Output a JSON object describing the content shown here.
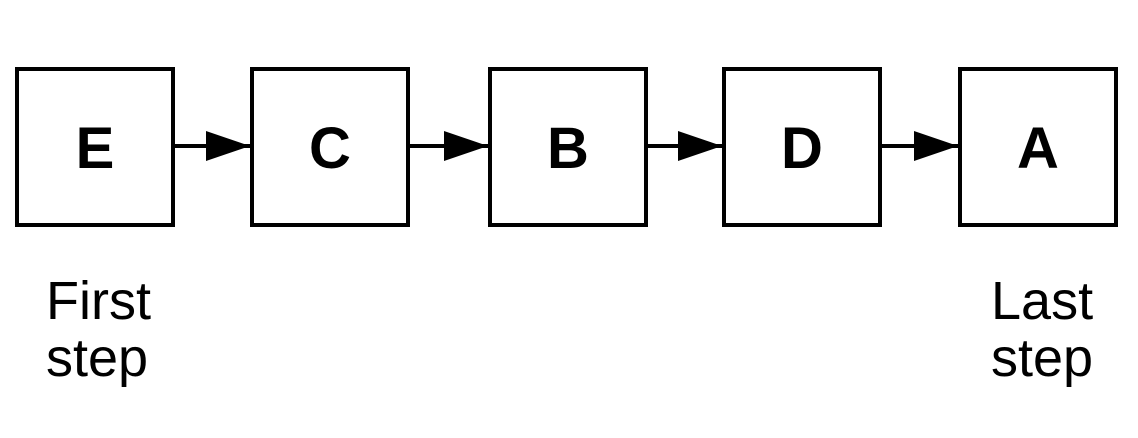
{
  "diagram": {
    "type": "flowchart",
    "direction": "left-to-right",
    "boxes": [
      {
        "label": "E"
      },
      {
        "label": "C"
      },
      {
        "label": "B"
      },
      {
        "label": "D"
      },
      {
        "label": "A"
      }
    ],
    "arrows": [
      {
        "from": "E",
        "to": "C"
      },
      {
        "from": "C",
        "to": "B"
      },
      {
        "from": "B",
        "to": "D"
      },
      {
        "from": "D",
        "to": "A"
      }
    ],
    "first_label": {
      "lines": [
        "First",
        "step"
      ]
    },
    "last_label": {
      "lines": [
        "Last",
        "step"
      ]
    }
  },
  "colors": {
    "stroke": "#000000",
    "background": "#ffffff",
    "text": "#000000"
  }
}
